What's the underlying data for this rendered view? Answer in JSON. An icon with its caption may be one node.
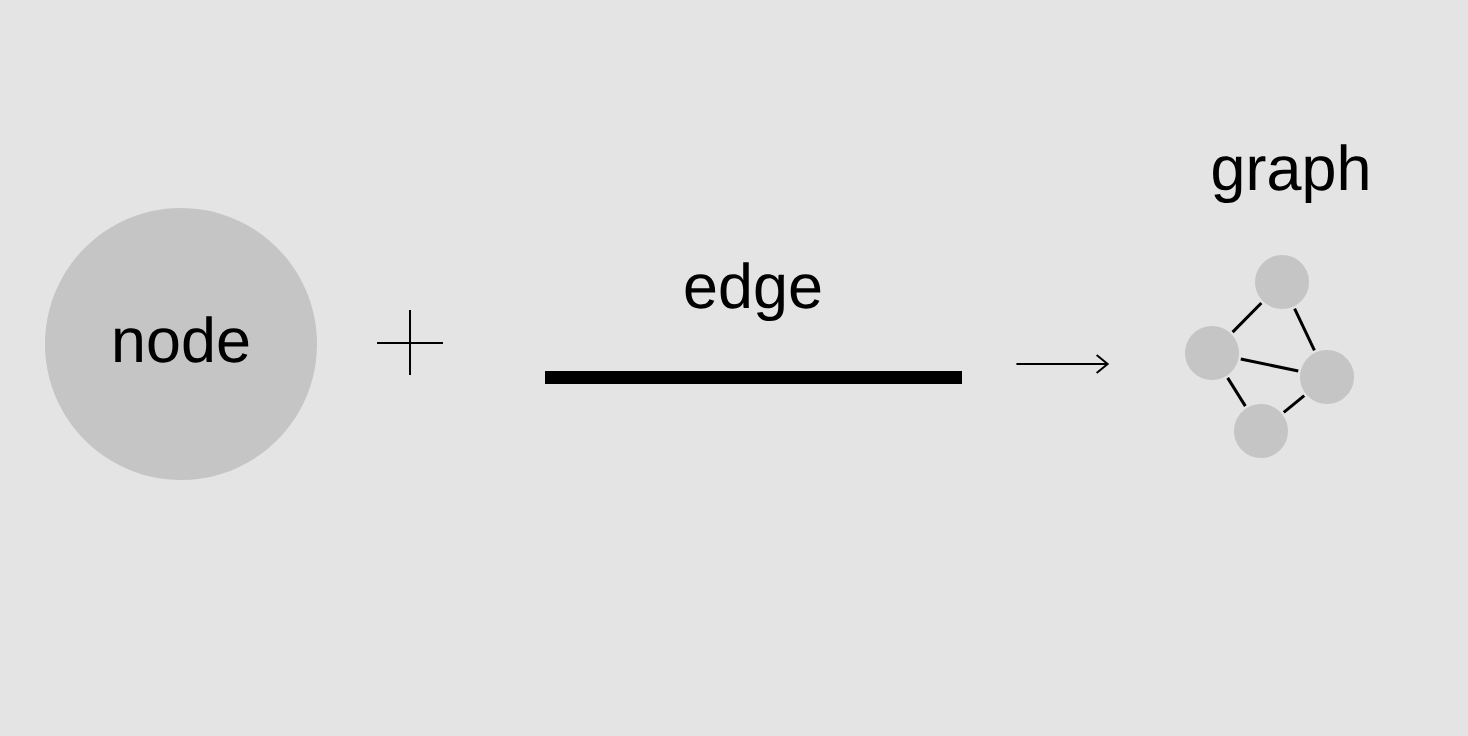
{
  "diagram": {
    "nodes": [
      {
        "text": [
          "node"
        ]
      },
      {
        "text": [
          "edge"
        ]
      },
      {
        "text": [
          "graph"
        ]
      },
      {
        "text": [],
        "shape": "circle",
        "in": 2
      },
      {
        "text": [],
        "shape": "circle",
        "in": 2
      },
      {
        "text": [],
        "shape": "circle",
        "in": 2
      },
      {
        "text": [],
        "shape": "circle",
        "in": 2
      }
    ],
    "edges": [
      {
        "from": 1,
        "to": 2,
        "arrow": "to"
      },
      {
        "from": 3,
        "to": 4,
        "arrow": "none"
      },
      {
        "from": 3,
        "to": 5,
        "arrow": "none"
      },
      {
        "from": 4,
        "to": 5,
        "arrow": "none"
      },
      {
        "from": 4,
        "to": 6,
        "arrow": "none"
      },
      {
        "from": 5,
        "to": 6,
        "arrow": "none"
      }
    ]
  }
}
